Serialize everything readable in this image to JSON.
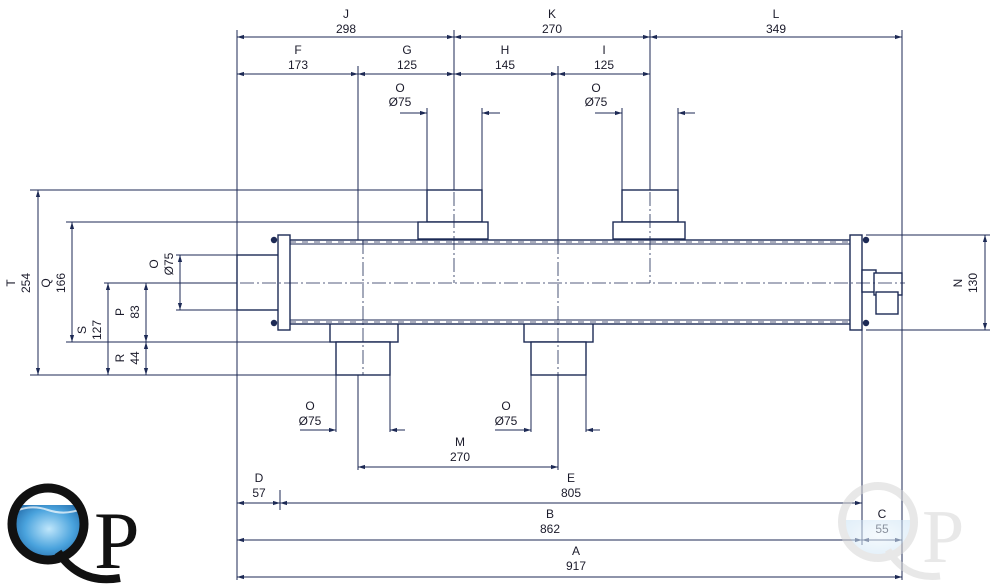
{
  "dimensions": {
    "J": {
      "letter": "J",
      "value": "298"
    },
    "K": {
      "letter": "K",
      "value": "270"
    },
    "L": {
      "letter": "L",
      "value": "349"
    },
    "F": {
      "letter": "F",
      "value": "173"
    },
    "G": {
      "letter": "G",
      "value": "125"
    },
    "H": {
      "letter": "H",
      "value": "145"
    },
    "I": {
      "letter": "I",
      "value": "125"
    },
    "M": {
      "letter": "M",
      "value": "270"
    },
    "D": {
      "letter": "D",
      "value": "57"
    },
    "E": {
      "letter": "E",
      "value": "805"
    },
    "B": {
      "letter": "B",
      "value": "862"
    },
    "C": {
      "letter": "C",
      "value": "55"
    },
    "A": {
      "letter": "A",
      "value": "917"
    },
    "T": {
      "letter": "T",
      "value": "254"
    },
    "Q": {
      "letter": "Q",
      "value": "166"
    },
    "S": {
      "letter": "S",
      "value": "127"
    },
    "P": {
      "letter": "P",
      "value": "83"
    },
    "R": {
      "letter": "R",
      "value": "44"
    },
    "N": {
      "letter": "N",
      "value": "130"
    }
  },
  "ports": {
    "top_left": {
      "letter": "O",
      "value": "Ø75"
    },
    "top_right": {
      "letter": "O",
      "value": "Ø75"
    },
    "bot_left": {
      "letter": "O",
      "value": "Ø75"
    },
    "bot_right": {
      "letter": "O",
      "value": "Ø75"
    },
    "side": {
      "letter": "O",
      "value": "Ø75"
    }
  },
  "logos": [
    {
      "text": "QP",
      "style": "solid"
    },
    {
      "text": "QP",
      "style": "watermark"
    }
  ],
  "colors": {
    "line": "#1d2a55",
    "logo": "#111111",
    "water": "#3a8fd0"
  }
}
